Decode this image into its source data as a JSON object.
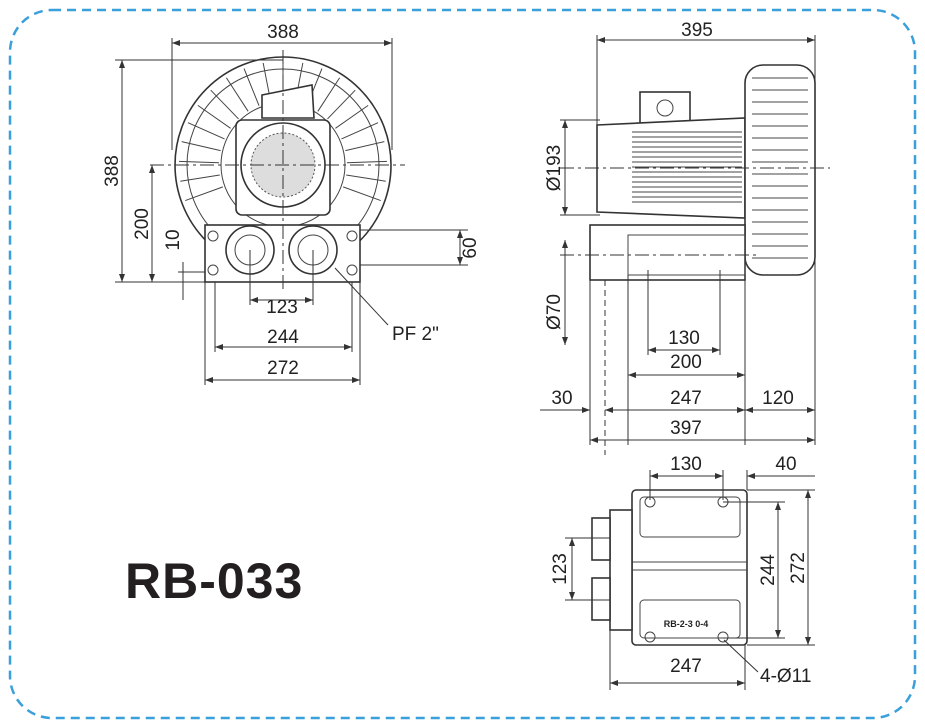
{
  "title": "RB-033",
  "border_color": "#3aa0dc",
  "front_view": {
    "width_top": "388",
    "height_left": "388",
    "center_height": "200",
    "base_offset": "10",
    "port_height": "60",
    "port_spacing": "123",
    "mount_width": "244",
    "base_width": "272",
    "port_thread": "PF 2\""
  },
  "side_view": {
    "overall_top": "395",
    "motor_diameter": "Ø193",
    "port_diameter": "Ø70",
    "hole_spacing": "130",
    "base_inner": "200",
    "front_offset": "30",
    "base_length": "247",
    "housing_depth": "120",
    "overall_length": "397"
  },
  "bottom_view": {
    "hole_spacing": "130",
    "edge_offset": "40",
    "port_spacing": "123",
    "hole_pitch": "244",
    "base_width": "272",
    "base_length": "247",
    "holes": "4-Ø11",
    "nameplate": "RB-2-3 0-4"
  }
}
